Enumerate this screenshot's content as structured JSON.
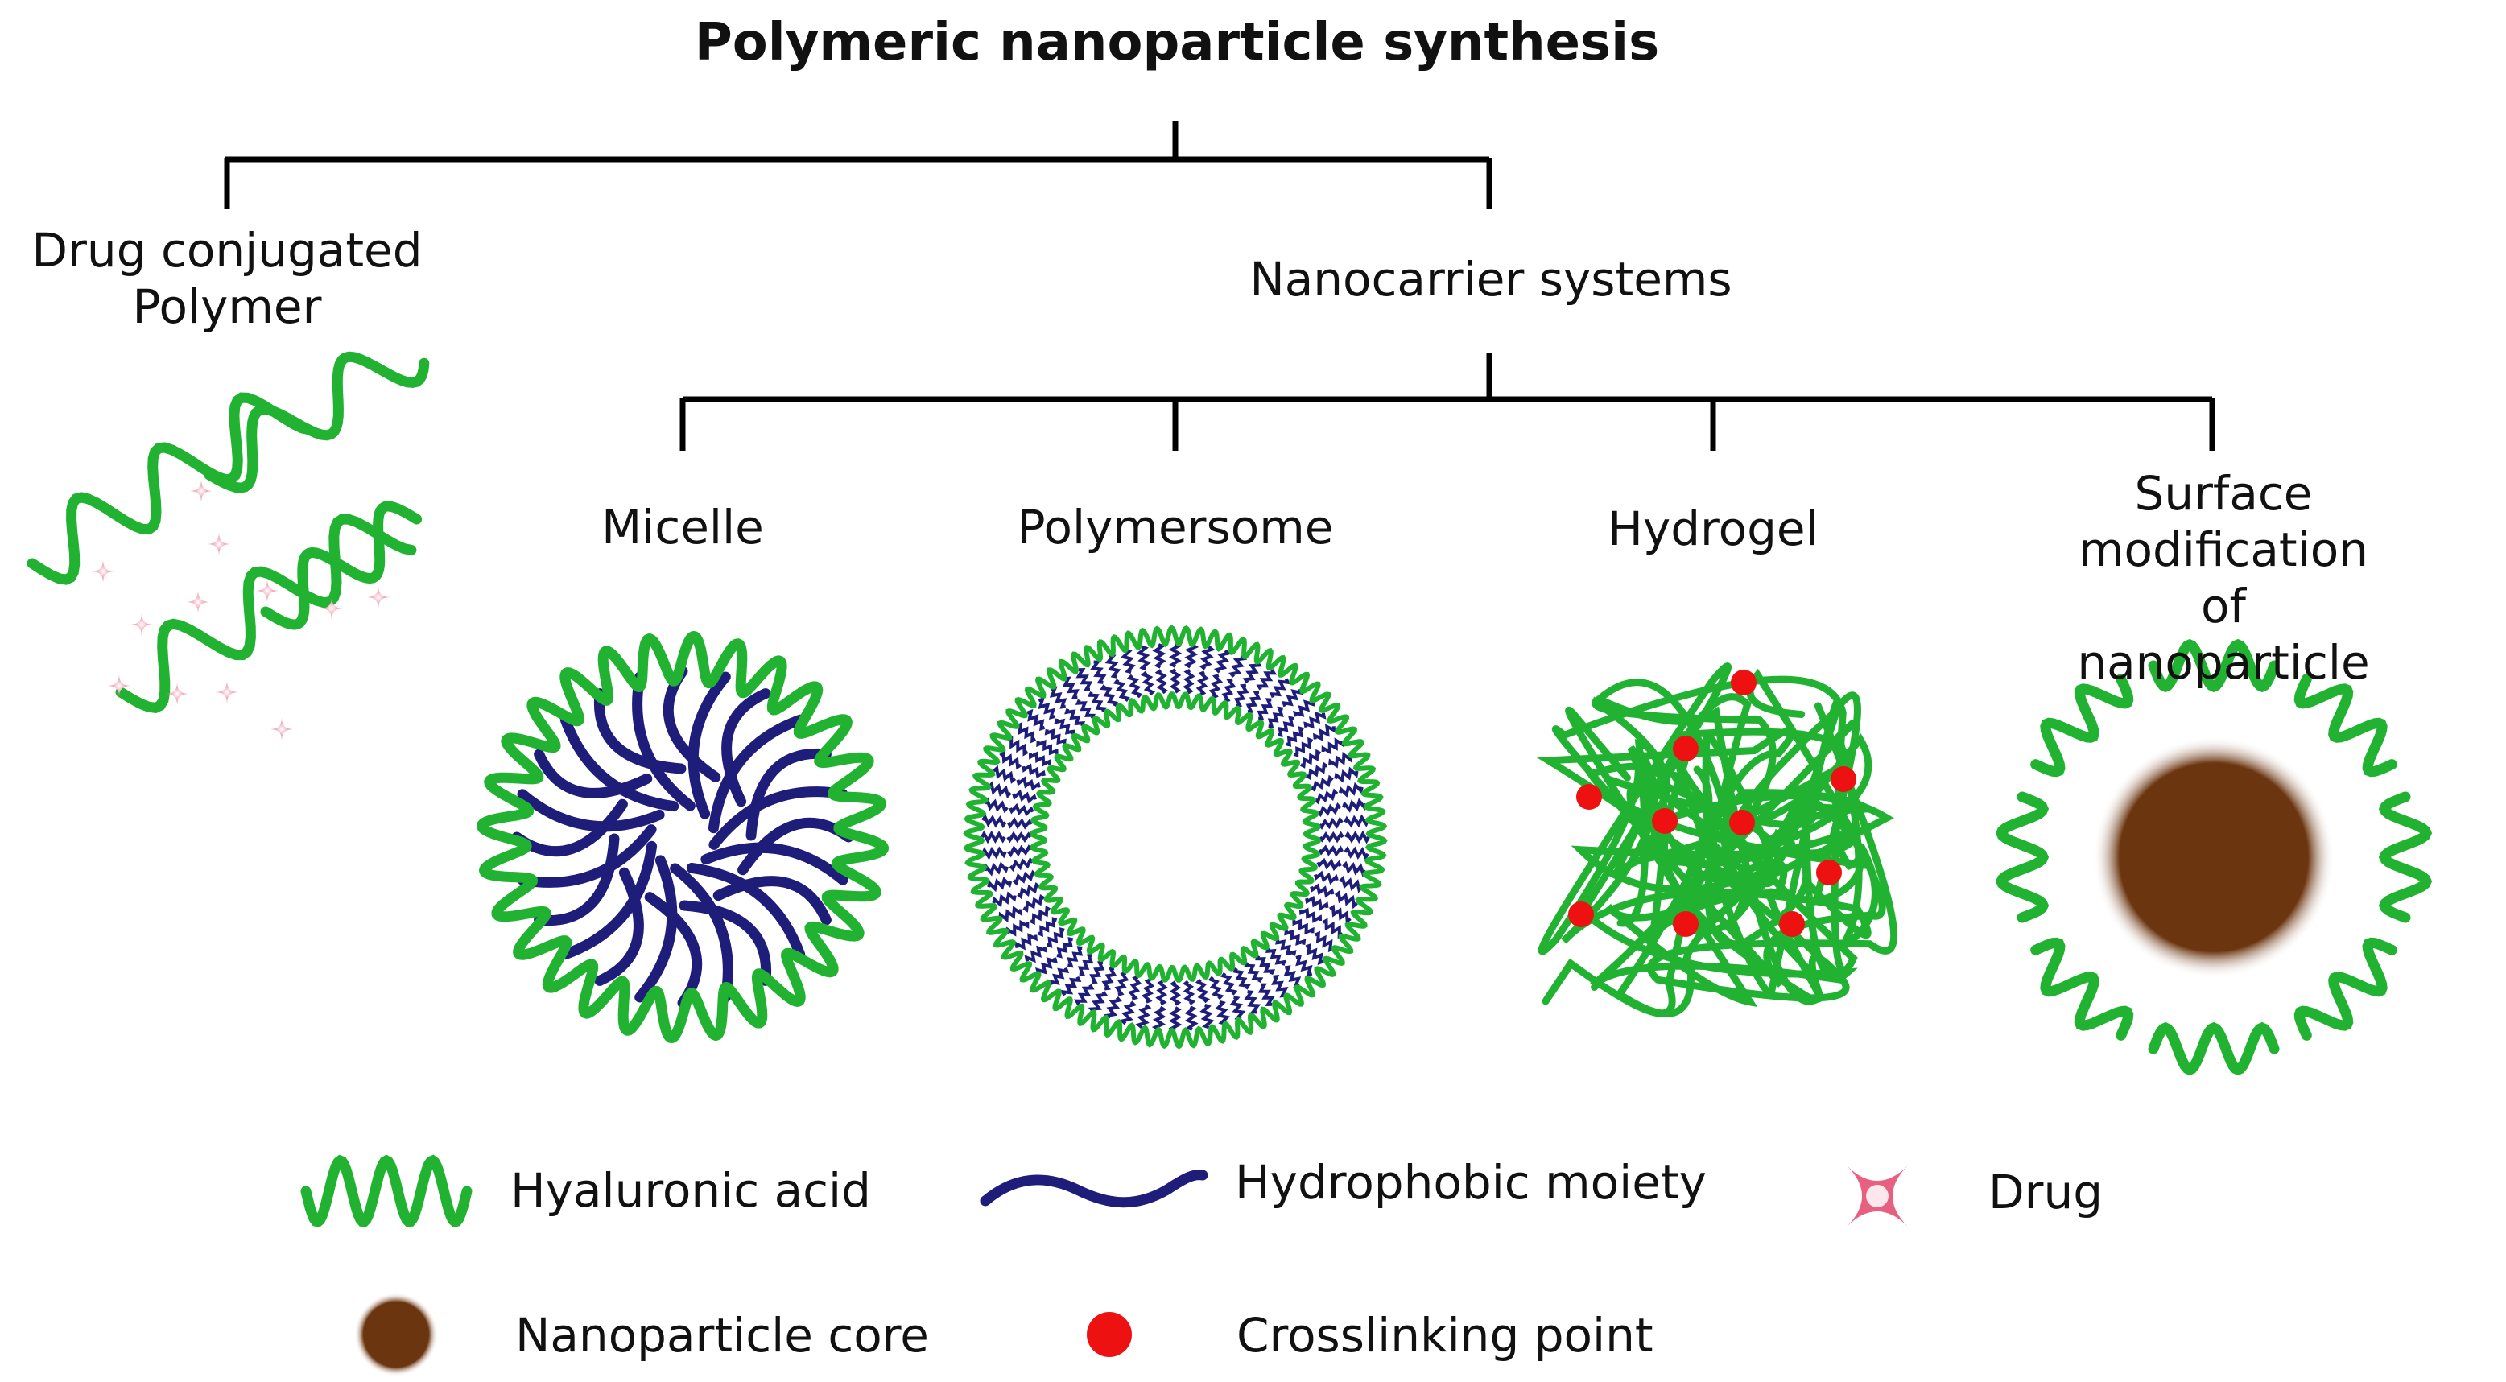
{
  "title": "Polymeric nanoparticle synthesis",
  "branches": {
    "drug_conjugated": "Drug conjugated\nPolymer",
    "nanocarrier": "Nanocarrier systems"
  },
  "nanocarriers": {
    "micelle": "Micelle",
    "polymersome": "Polymersome",
    "hydrogel": "Hydrogel",
    "surface": "Surface modification of\nnanoparticle"
  },
  "legend": {
    "hyaluronic_acid": "Hyaluronic acid",
    "hydrophobic_moiety": "Hydrophobic moiety",
    "drug": "Drug",
    "nanoparticle_core": "Nanoparticle core",
    "crosslinking_point": "Crosslinking point"
  },
  "colors": {
    "hyaluronic_acid": "#22b232",
    "hydrophobic_moiety": "#1f1d7a",
    "drug": "#e8607f",
    "nanoparticle_core": "#6b3510",
    "crosslinking_point": "#ee1111",
    "tree_lines": "#000000"
  }
}
